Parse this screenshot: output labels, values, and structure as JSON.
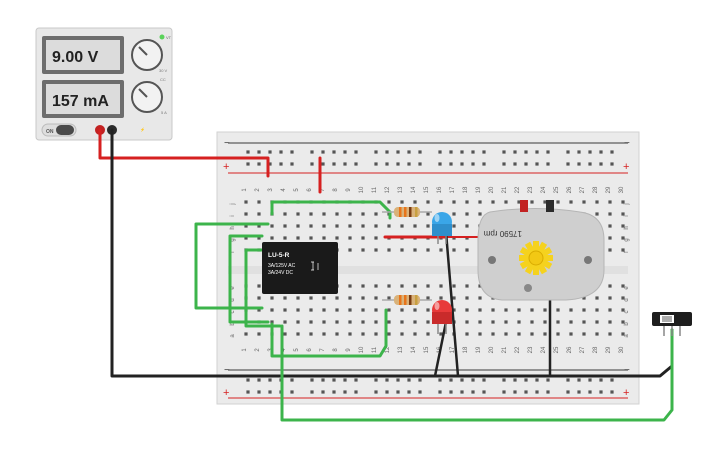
{
  "power_supply": {
    "voltage_display": "9.00 V",
    "current_display": "157 mA",
    "voltage_knob_label": "VT",
    "voltage_range_label": "30 V",
    "current_knob_label": "CC",
    "current_range_label": "5 A",
    "power_button_label": "ON",
    "indicator_color": "#5ad25a"
  },
  "relay": {
    "model": "LU-5-R",
    "rating_ac": "3A/125V AC",
    "rating_dc": "3A/24V DC"
  },
  "motor": {
    "speed_display": "17590 rpm",
    "gear_color": "#f5d21e"
  },
  "breadboard": {
    "column_numbers": [
      "1",
      "2",
      "3",
      "4",
      "5",
      "6",
      "7",
      "8",
      "9",
      "10",
      "11",
      "12",
      "13",
      "14",
      "15",
      "16",
      "17",
      "18",
      "19",
      "20",
      "21",
      "22",
      "23",
      "24",
      "25",
      "26",
      "27",
      "28",
      "29",
      "30"
    ],
    "row_letters_top": [
      "j",
      "i",
      "h",
      "g",
      "f"
    ],
    "row_letters_bottom": [
      "e",
      "d",
      "c",
      "b",
      "a"
    ],
    "rail_minus": "−",
    "rail_plus": "+"
  },
  "components": {
    "led_blue_color": "#3aa6e8",
    "led_red_color": "#e83a3a",
    "wire_green": "#3cb44b",
    "wire_red": "#d62020",
    "wire_black": "#222222"
  }
}
